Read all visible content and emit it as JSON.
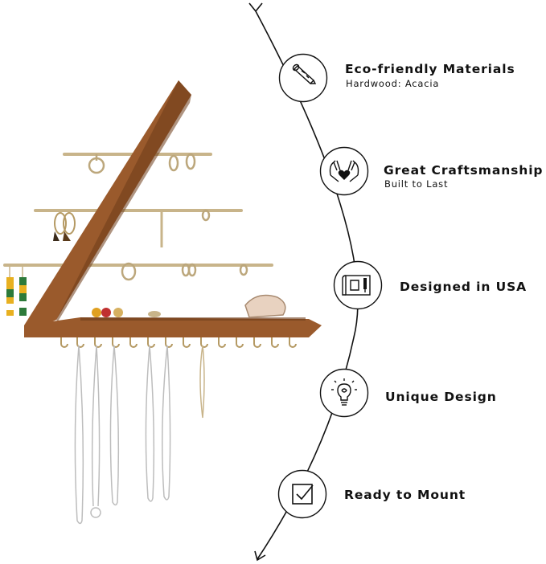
{
  "features": [
    {
      "title": "Eco-friendly Materials",
      "subtitle": "Hardwood: Acacia",
      "icon": "wood-log-icon"
    },
    {
      "title": "Great Craftsmanship",
      "subtitle": "Built to Last",
      "icon": "hands-heart-icon"
    },
    {
      "title": "Designed in USA",
      "subtitle": "",
      "icon": "blueprint-icon"
    },
    {
      "title": "Unique Design",
      "subtitle": "",
      "icon": "lightbulb-icon"
    },
    {
      "title": "Ready to Mount",
      "subtitle": "",
      "icon": "checkbox-icon"
    }
  ],
  "colors": {
    "wood": "#9a5a2c",
    "wood_dark": "#6e3c1a",
    "brass": "#c8b48a",
    "line": "#111111",
    "background": "#ffffff"
  }
}
